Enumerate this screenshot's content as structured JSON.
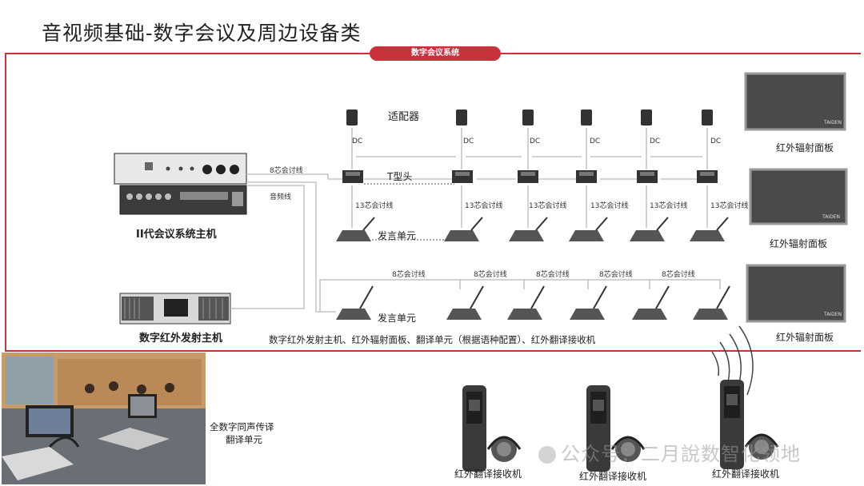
{
  "page": {
    "title": "音视频基础-数字会议及周边设备类"
  },
  "banner": {
    "label": "数字会议系统"
  },
  "host": {
    "label": "II代会议系统主机",
    "line1": "8芯会讨线",
    "line2": "音频线"
  },
  "transmitter": {
    "label": "数字红外发射主机"
  },
  "top_row": {
    "adapter": "适配器",
    "dc": "DC",
    "t_head": "T型头",
    "cable13": "13芯会讨线",
    "speaker": "发言单元"
  },
  "bottom_row": {
    "cable8": "8芯会讨线",
    "speaker": "发言单元"
  },
  "panels": {
    "label": "红外辐射面板",
    "brand": "TAIDEN"
  },
  "caption": "数字红外发射主机、红外辐射面板、翻译单元（根据语种配置）、红外翻译接收机",
  "interpreter": {
    "line1": "全数字同声传译",
    "line2": "翻译单元"
  },
  "receivers": {
    "label": "红外翻译接收机"
  },
  "watermark": "公众号：二月說数智化领地",
  "colors": {
    "accent": "#c8323a",
    "line": "#b9b9b9",
    "panel": "#5a5a5a"
  }
}
